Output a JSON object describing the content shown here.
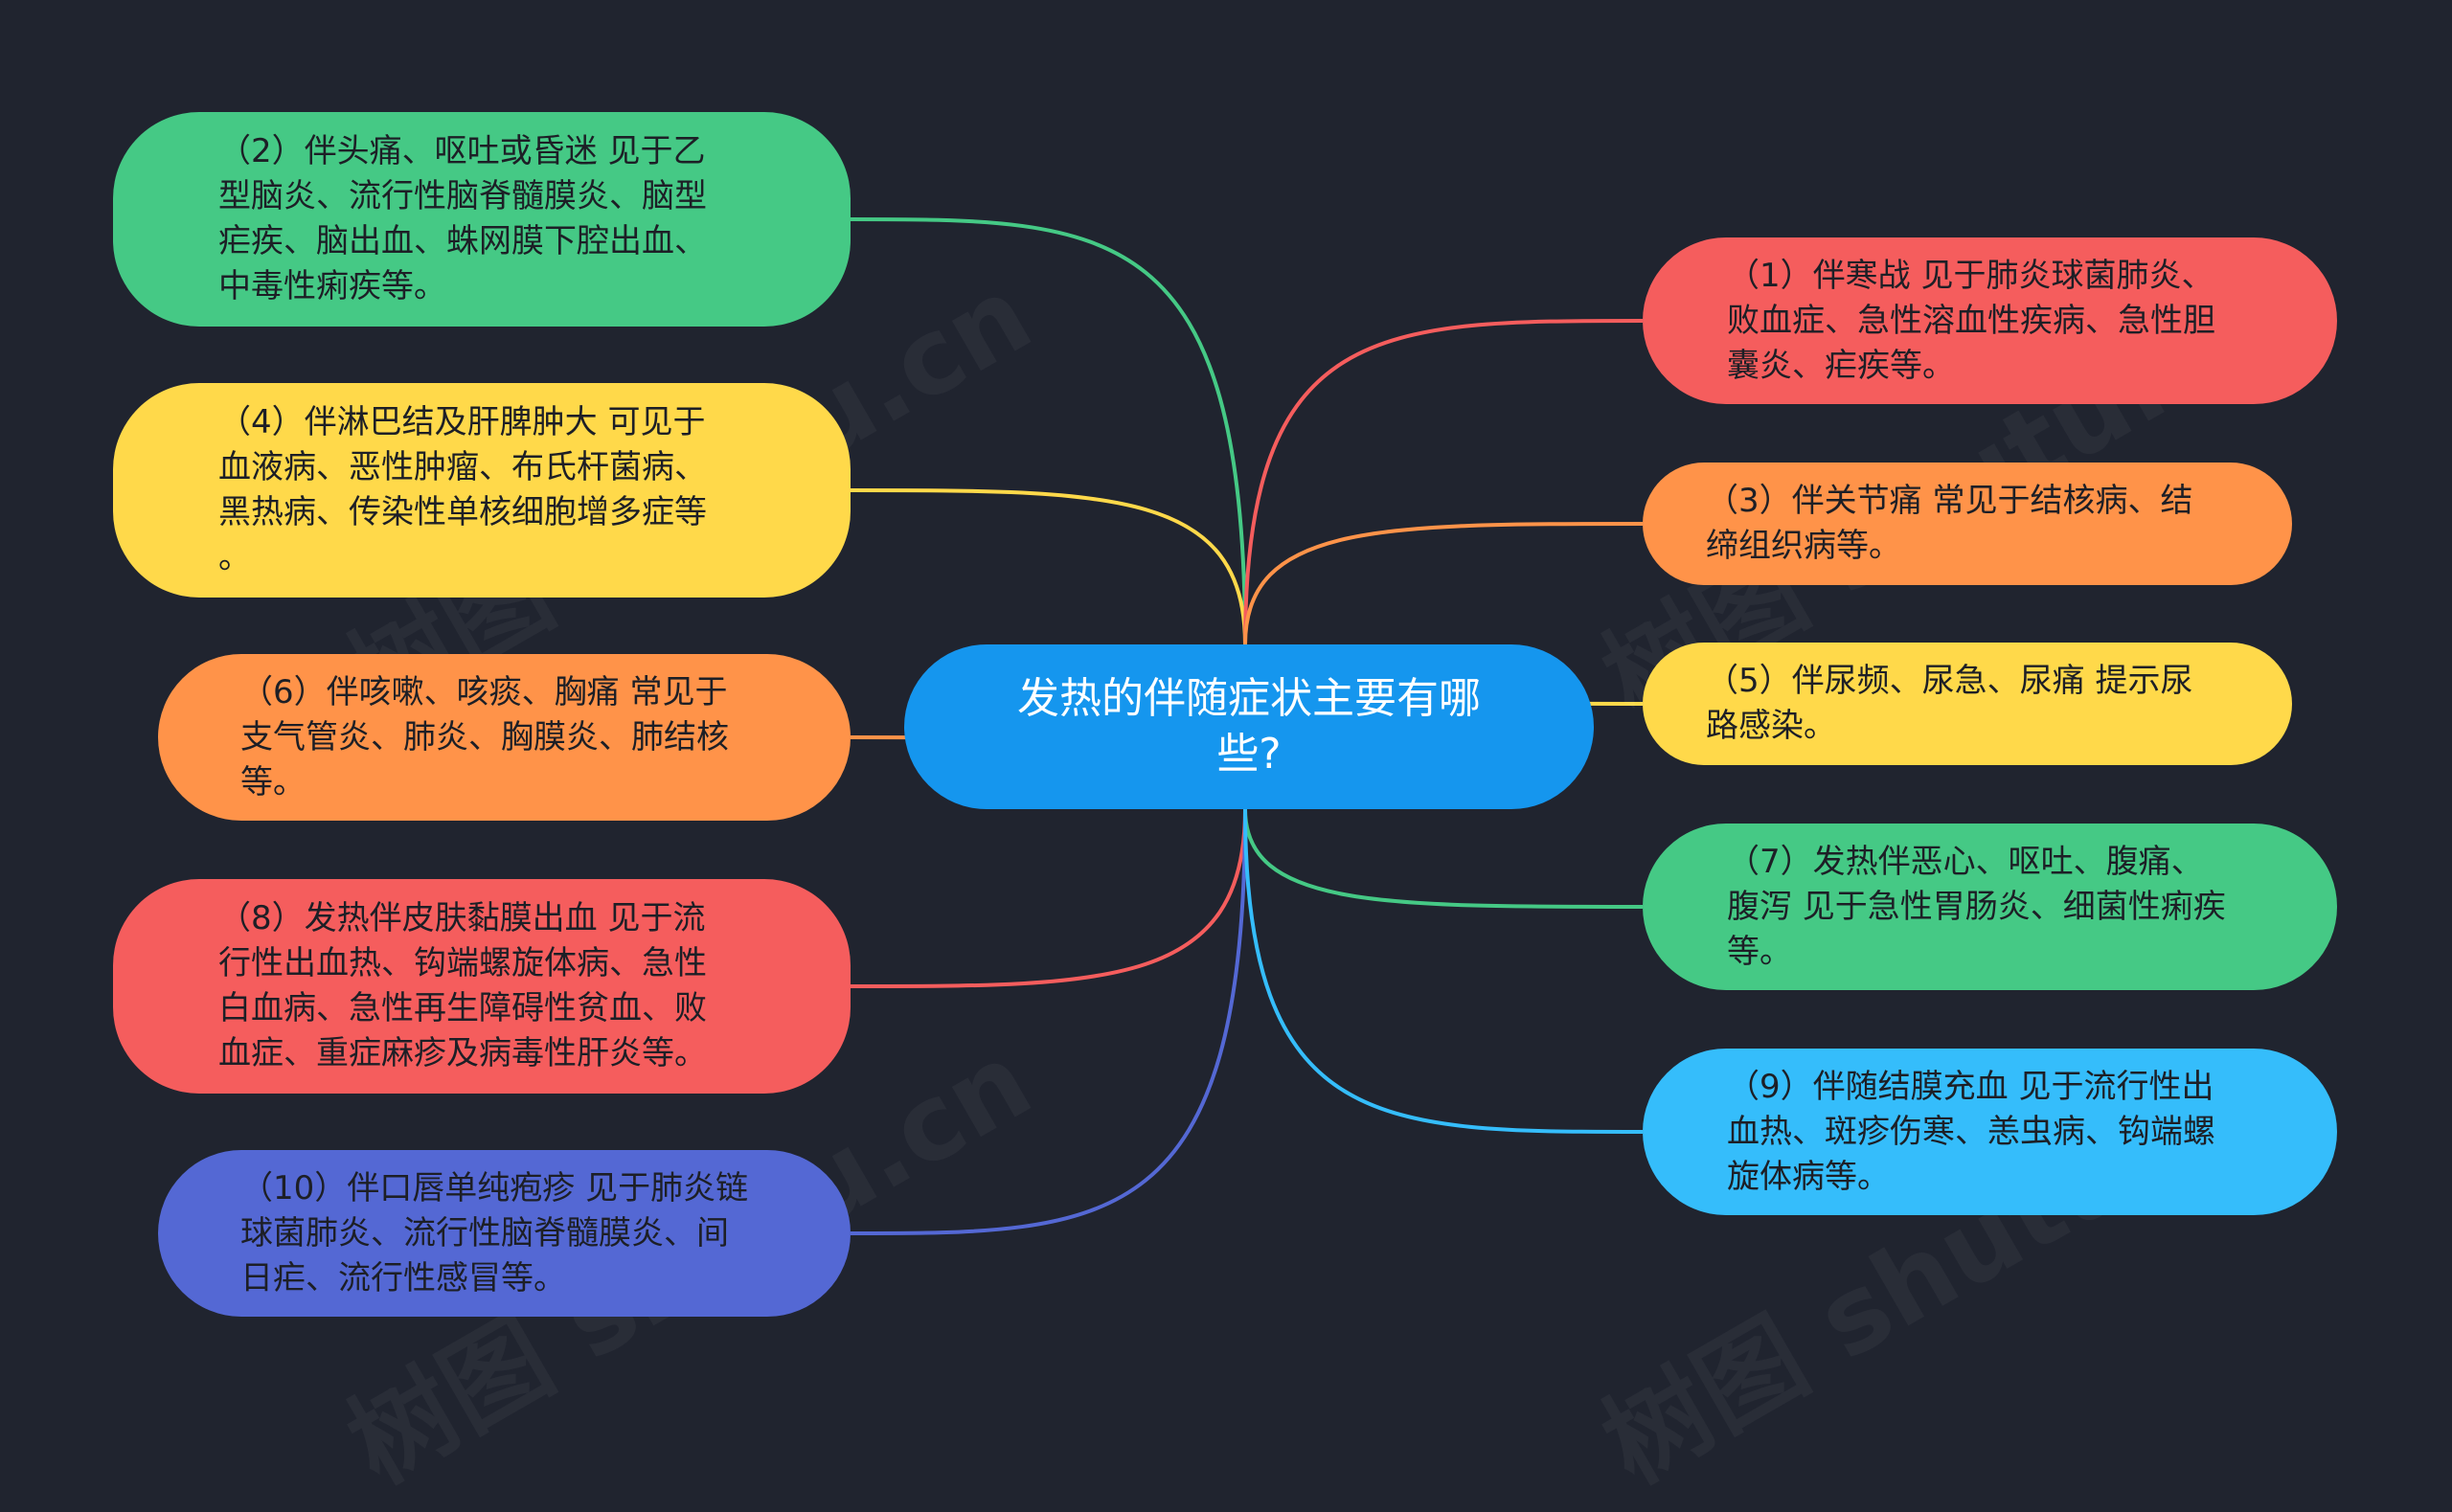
{
  "colors": {
    "background": "#20242f",
    "central": "#1596ee",
    "green": "#45c985",
    "yellow": "#ffd94a",
    "orange": "#ff9349",
    "red": "#f55d5d",
    "indigo": "#5468d4",
    "skyblue": "#35bdfb"
  },
  "watermark": "树图 shutu.cn",
  "central_topic": "发热的伴随症状主要有哪\n些?",
  "left_branches": [
    {
      "id": "n2",
      "text": "（2）伴头痛、呕吐或昏迷 见于乙\n型脑炎、流行性脑脊髓膜炎、脑型\n疟疾、脑出血、蛛网膜下腔出血、\n中毒性痢疾等。",
      "color": "green"
    },
    {
      "id": "n4",
      "text": "（4）伴淋巴结及肝脾肿大 可见于\n血液病、恶性肿瘤、布氏杆菌病、\n黑热病、传染性单核细胞增多症等\n。",
      "color": "yellow"
    },
    {
      "id": "n6",
      "text": "（6）伴咳嗽、咳痰、胸痛 常见于\n支气管炎、肺炎、胸膜炎、肺结核\n等。",
      "color": "orange"
    },
    {
      "id": "n8",
      "text": "（8）发热伴皮肤黏膜出血 见于流\n行性出血热、钩端螺旋体病、急性\n白血病、急性再生障碍性贫血、败\n血症、重症麻疹及病毒性肝炎等。",
      "color": "red"
    },
    {
      "id": "n10",
      "text": "（10）伴口唇单纯疱疹 见于肺炎链\n球菌肺炎、流行性脑脊髓膜炎、间\n日疟、流行性感冒等。",
      "color": "indigo"
    }
  ],
  "right_branches": [
    {
      "id": "n1",
      "text": "（1）伴寒战 见于肺炎球菌肺炎、\n败血症、急性溶血性疾病、急性胆\n囊炎、疟疾等。",
      "color": "red"
    },
    {
      "id": "n3",
      "text": "（3）伴关节痛 常见于结核病、结\n缔组织病等。",
      "color": "orange"
    },
    {
      "id": "n5",
      "text": "（5）伴尿频、尿急、尿痛 提示尿\n路感染。",
      "color": "yellow"
    },
    {
      "id": "n7",
      "text": "（7）发热伴恶心、呕吐、腹痛、\n腹泻 见于急性胃肠炎、细菌性痢疾\n等。",
      "color": "green"
    },
    {
      "id": "n9",
      "text": "（9）伴随结膜充血 见于流行性出\n血热、斑疹伤寒、恙虫病、钩端螺\n旋体病等。",
      "color": "skyblue"
    }
  ]
}
